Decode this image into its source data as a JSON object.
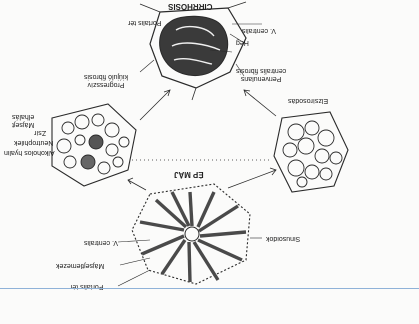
{
  "labels": {
    "cirrhosis": "CIRRHOSIS",
    "portalis_ter_top": "Portalis tér",
    "v_centralis_top": "V. centralis",
    "heg": "Heg",
    "perivenularis": "Perivenularis\ncentralis fibrosis",
    "progressiv": "Progresszív\nkiújuló fibrosis",
    "elzsirosodas": "Elzsírosodás",
    "ep_maj": "ÉP MÁJ",
    "alkoholos_hyalin": "Alkoholos hyalin",
    "neutrophilek": "Neutrophilek",
    "zsir": "Zsír",
    "majsejt_elhalas": "Májsejt\nelhalás",
    "sinusoidok": "Sinusoidok",
    "v_centralis_bottom": "V. centralis",
    "majsejtlemezek": "Májsejtlemezek",
    "portalis_ter_bottom": "Portalis tér"
  },
  "colors": {
    "background": "#fbfbfa",
    "ink": "#2a2a2a",
    "divider": "#8fb2d8"
  }
}
